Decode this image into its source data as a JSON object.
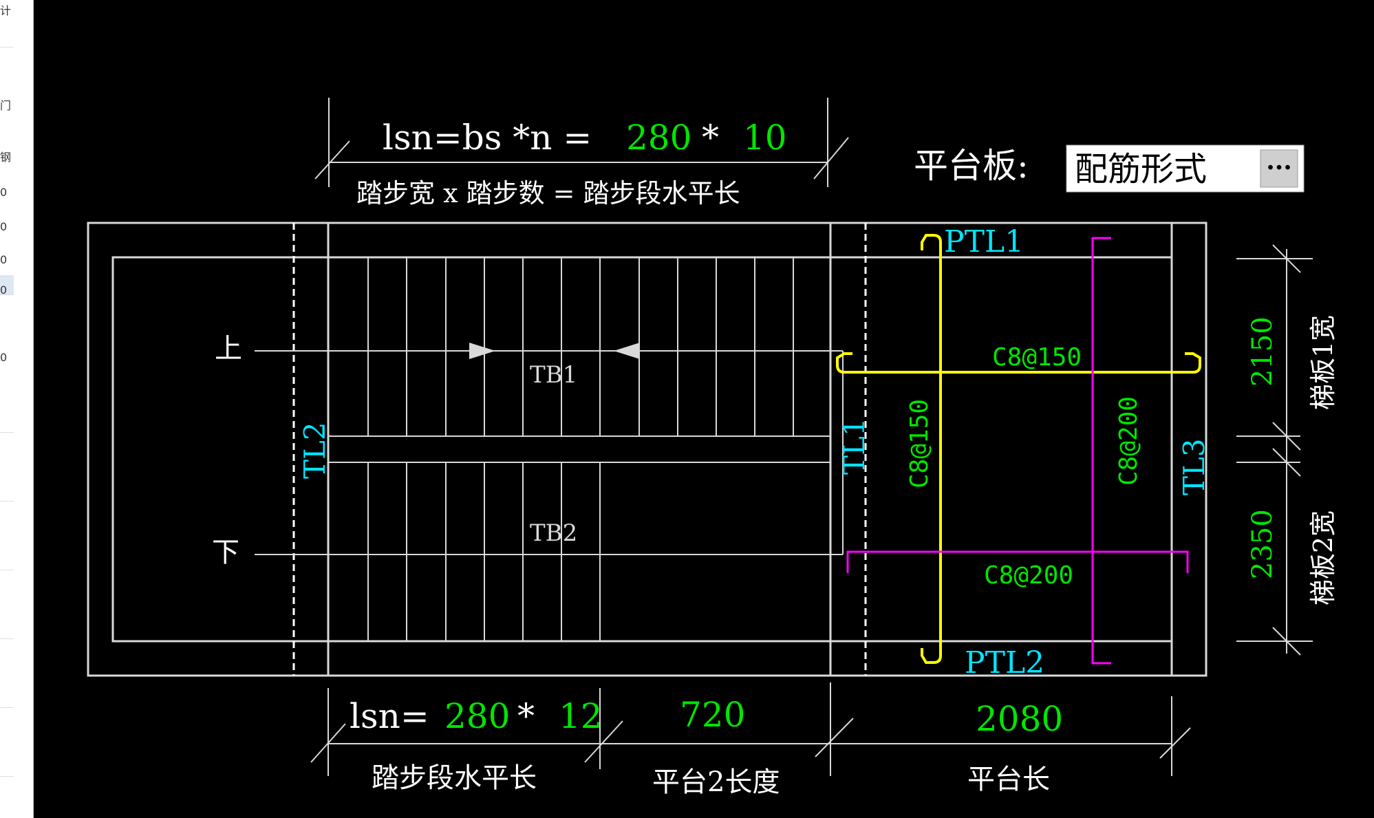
{
  "sidebar": {
    "fragments": [
      "计",
      "门",
      "钢",
      "0",
      "0",
      "0",
      "0",
      "0"
    ]
  },
  "formula_top": {
    "prefix": "lsn=bs *n =",
    "bs": "280",
    "op": "*",
    "n": "10",
    "caption": "踏步宽 x 踏步数 = 踏步段水平长"
  },
  "platform_board": {
    "label": "平台板:",
    "field_value": "配筋形式",
    "more_button": "···"
  },
  "labels": {
    "up": "上",
    "down": "下",
    "tb1": "TB1",
    "tb2": "TB2",
    "tl1": "TL1",
    "tl2": "TL2",
    "tl3": "TL3",
    "ptl1": "PTL1",
    "ptl2": "PTL2"
  },
  "rebar": {
    "yellow_horizontal": "C8@150",
    "yellow_vertical": "C8@150",
    "magenta_vertical": "C8@200",
    "magenta_horizontal": "C8@200"
  },
  "right_dims": {
    "width1_value": "2150",
    "width1_label": "梯板1宽",
    "width2_value": "2350",
    "width2_label": "梯板2宽"
  },
  "bottom_dims": {
    "lsn_prefix": "lsn=",
    "bs": "280",
    "op": "*",
    "n": "12",
    "lsn_caption": "踏步段水平长",
    "platform2_value": "720",
    "platform2_caption": "平台2长度",
    "platform_value": "2080",
    "platform_caption": "平台长"
  },
  "colors": {
    "background": "#000000",
    "line": "#d9d9d9",
    "dimension_value": "#00e600",
    "beam_label": "#00e5ff",
    "rebar_yellow": "#ffff00",
    "rebar_magenta": "#ff00ff",
    "text_white": "#ffffff"
  }
}
